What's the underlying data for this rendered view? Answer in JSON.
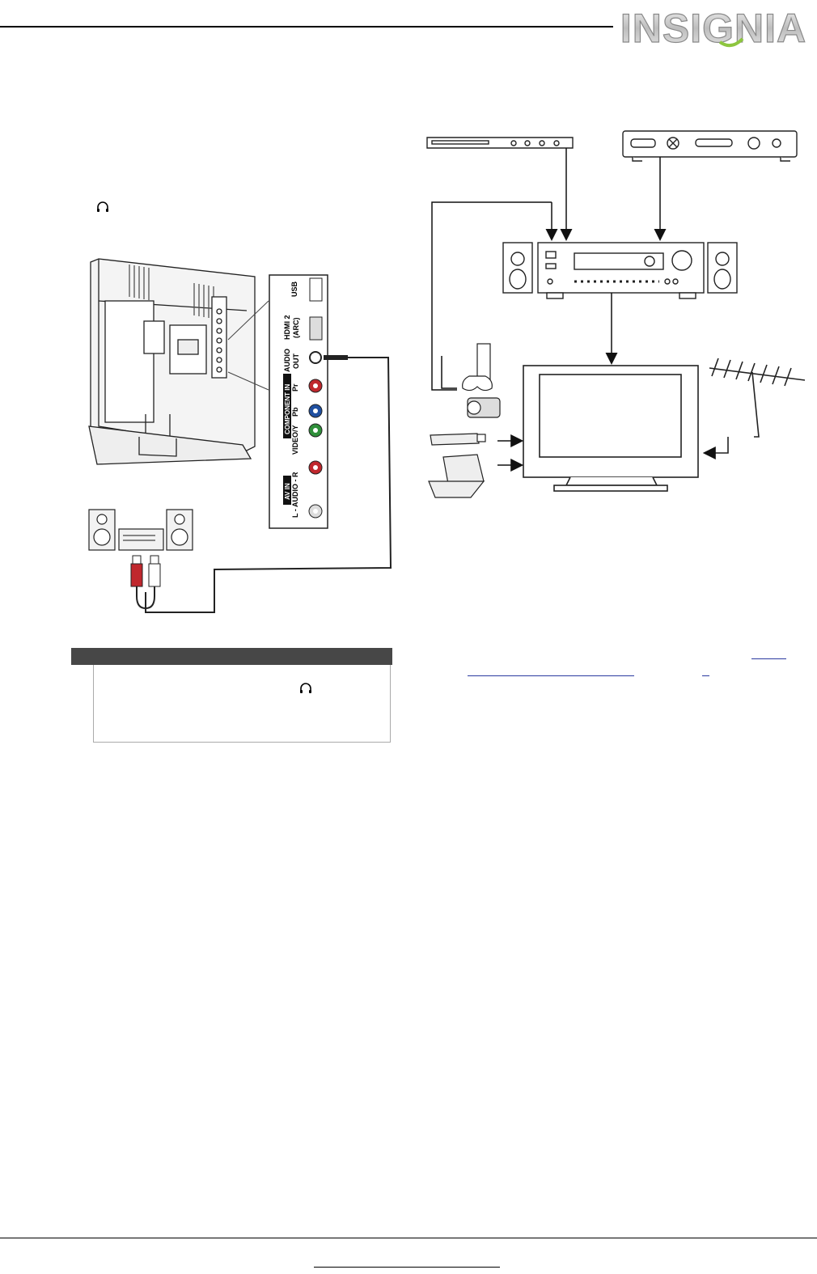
{
  "brand": {
    "logo_text": "INSIGNIA"
  },
  "tv_panel": {
    "usb": "USB",
    "hdmi2": "HDMI 2",
    "arc": "(ARC)",
    "audio_out_1": "AUDIO",
    "audio_out_2": "OUT",
    "component_in": "COMPONENT IN",
    "pr": "Pr",
    "pb": "Pb",
    "video_y": "VIDEO/Y",
    "av_in": "AV IN",
    "audio_lr": "L - AUDIO - R"
  },
  "colors": {
    "note_header": "#474747",
    "link": "#2a3aa0",
    "jack_red": "#c0272d",
    "jack_blue": "#1f4fa0",
    "jack_green": "#2f8f3a",
    "logo_green": "#8dc63f"
  }
}
